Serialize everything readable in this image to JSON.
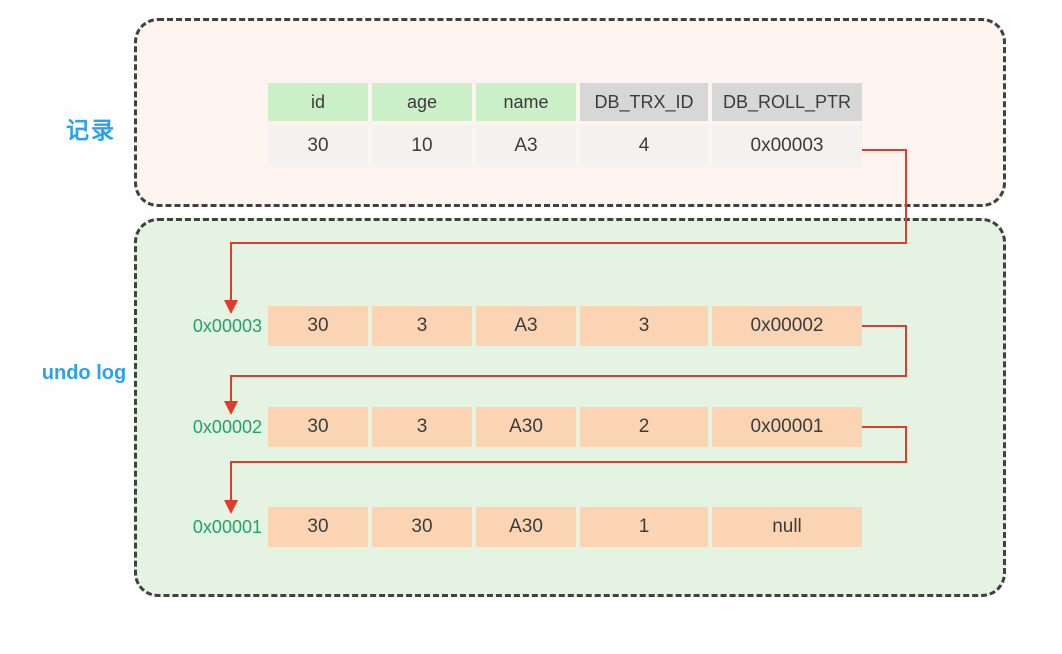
{
  "labels": {
    "record": "记录",
    "undo_log": "undo log"
  },
  "colors": {
    "blue_label": "#29a3f1",
    "green_label": "#23a169",
    "arrow": "#e23b2b",
    "panel_top_bg": "#fdf4f0",
    "panel_bottom_bg": "#e4f3e2",
    "header_green": "#cbefc6",
    "header_gray": "#d7d7d7",
    "value_cell": "#f3f2f1",
    "undo_cell": "#fbd5b3"
  },
  "record_table": {
    "columns": [
      "id",
      "age",
      "name",
      "DB_TRX_ID",
      "DB_ROLL_PTR"
    ],
    "row": [
      "30",
      "10",
      "A3",
      "4",
      "0x00003"
    ]
  },
  "undo_log": {
    "entries": [
      {
        "address": "0x00003",
        "cells": [
          "30",
          "3",
          "A3",
          "3",
          "0x00002"
        ]
      },
      {
        "address": "0x00002",
        "cells": [
          "30",
          "3",
          "A30",
          "2",
          "0x00001"
        ]
      },
      {
        "address": "0x00001",
        "cells": [
          "30",
          "30",
          "A30",
          "1",
          "null"
        ]
      }
    ]
  }
}
